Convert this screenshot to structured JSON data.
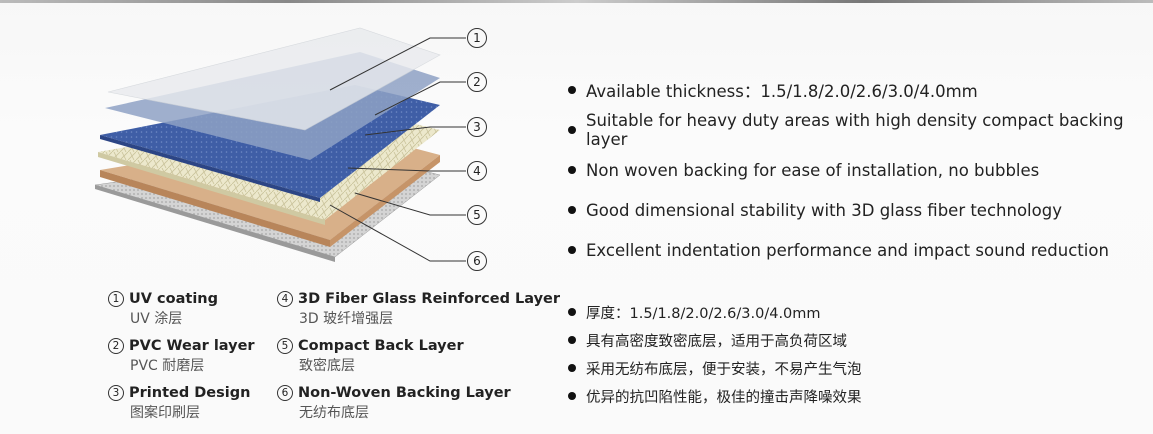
{
  "callouts": [
    "1",
    "2",
    "3",
    "4",
    "5",
    "6"
  ],
  "features_en": [
    "Available thickness：1.5/1.8/2.0/2.6/3.0/4.0mm",
    "Suitable for heavy duty areas with high density compact backing layer",
    "Non woven backing for ease of installation, no bubbles",
    "Good dimensional stability with 3D glass fiber technology",
    "Excellent indentation performance and impact sound reduction"
  ],
  "features_cn": [
    "厚度：1.5/1.8/2.0/2.6/3.0/4.0mm",
    "具有高密度致密底层，适用于高负荷区域",
    "采用无纺布底层，便于安装，不易产生气泡",
    "优异的抗凹陷性能，极佳的撞击声降噪效果"
  ],
  "legend": [
    {
      "num": "1",
      "title": "UV coating",
      "sub": "UV 涂层"
    },
    {
      "num": "2",
      "title": "PVC Wear layer",
      "sub": "PVC 耐磨层"
    },
    {
      "num": "3",
      "title": "Printed Design",
      "sub": "图案印刷层"
    },
    {
      "num": "4",
      "title": "3D Fiber Glass Reinforced Layer",
      "sub": "3D 玻纤增强层"
    },
    {
      "num": "5",
      "title": "Compact Back Layer",
      "sub": "致密底层"
    },
    {
      "num": "6",
      "title": "Non-Woven Backing Layer",
      "sub": "无纺布底层"
    }
  ],
  "colors": {
    "uv": "#e6e8ea",
    "wear": "#8c9fc0",
    "print": "#3e5ea8",
    "fiber": "#e8e4c6",
    "compact": "#d2a77e",
    "nonwoven": "#c9c9c9"
  }
}
